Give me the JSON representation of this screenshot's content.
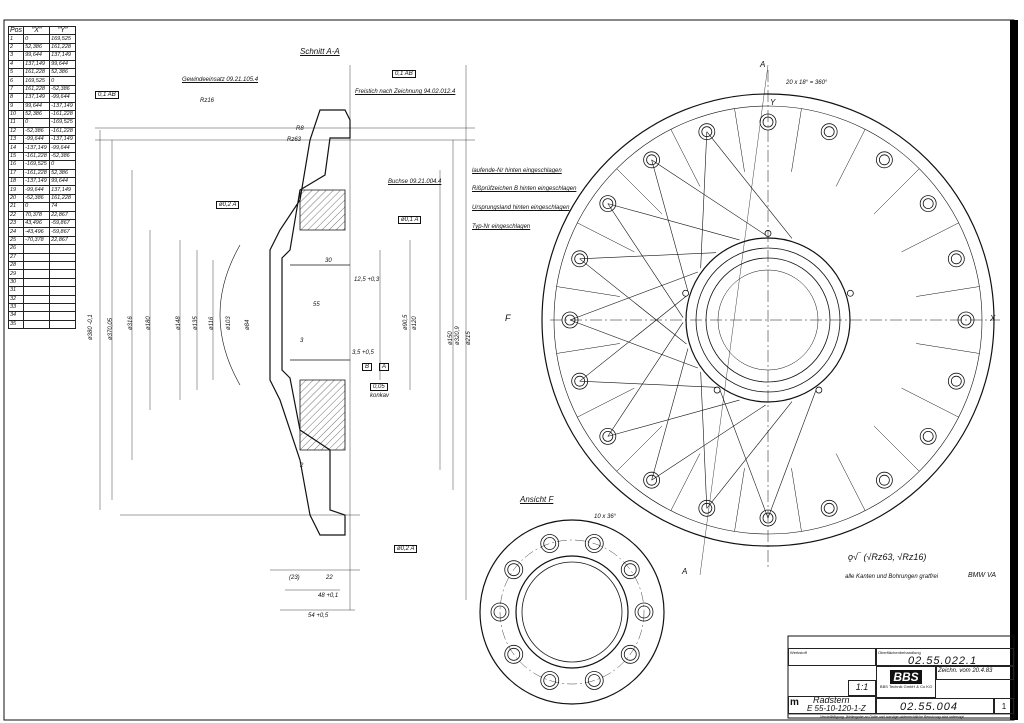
{
  "table": {
    "headers": [
      "Pos",
      "\"X\"",
      "\"Y\""
    ],
    "rows": [
      [
        "1",
        "0",
        "169,525"
      ],
      [
        "2",
        "52,386",
        "161,228"
      ],
      [
        "3",
        "99,644",
        "137,149"
      ],
      [
        "4",
        "137,149",
        "99,644"
      ],
      [
        "5",
        "161,228",
        "52,386"
      ],
      [
        "6",
        "169,525",
        "0"
      ],
      [
        "7",
        "161,228",
        "-52,386"
      ],
      [
        "8",
        "137,149",
        "-99,644"
      ],
      [
        "9",
        "99,644",
        "-137,149"
      ],
      [
        "10",
        "52,386",
        "-161,228"
      ],
      [
        "11",
        "0",
        "-169,525"
      ],
      [
        "12",
        "-52,386",
        "-161,228"
      ],
      [
        "13",
        "-99,644",
        "-137,149"
      ],
      [
        "14",
        "-137,149",
        "-99,644"
      ],
      [
        "15",
        "-161,228",
        "-52,386"
      ],
      [
        "16",
        "-169,525",
        "0"
      ],
      [
        "17",
        "-161,228",
        "52,386"
      ],
      [
        "18",
        "-137,149",
        "99,644"
      ],
      [
        "19",
        "-99,644",
        "137,149"
      ],
      [
        "20",
        "-52,386",
        "161,228"
      ],
      [
        "21",
        "0",
        "74"
      ],
      [
        "22",
        "70,378",
        "22,867"
      ],
      [
        "23",
        "43,496",
        "-59,867"
      ],
      [
        "24",
        "-43,496",
        "-59,867"
      ],
      [
        "25",
        "-70,378",
        "22,867"
      ],
      [
        "26",
        "",
        ""
      ],
      [
        "27",
        "",
        ""
      ],
      [
        "28",
        "",
        ""
      ],
      [
        "29",
        "",
        ""
      ],
      [
        "30",
        "",
        ""
      ],
      [
        "31",
        "",
        ""
      ],
      [
        "32",
        "",
        ""
      ],
      [
        "33",
        "",
        ""
      ],
      [
        "34",
        "",
        ""
      ],
      [
        "35",
        "",
        ""
      ]
    ]
  },
  "section": {
    "title": "Schnitt A-A",
    "gewinde": "Gewindeeinsatz 09.21.105.4",
    "freistich": "Freistich nach Zeichnung 94.02.012.4",
    "buchse": "Buchse 09.21.004.4",
    "tol_top": "0,1 AB",
    "tol_left": "0,1 AB",
    "tol_pos1": "ø0,2 A",
    "tol_pos2": "ø0,1 A",
    "tol_pos3": "ø0,2 A",
    "flat": "0,05",
    "konkav": "konkav",
    "datum_a": "A",
    "datum_b": "B",
    "rz16": "Rz16",
    "rz63": "Rz63",
    "r8": "R8",
    "dims_v": [
      "ø380 -0,1",
      "ø370,05",
      "ø316",
      "ø180",
      "ø148",
      "ø135",
      "ø116",
      "ø103",
      "ø84",
      "ø150",
      "ø120",
      "ø90,5",
      "ø215",
      "ø320,9"
    ],
    "dims_h": [
      "55",
      "30",
      "12,5 +0,3",
      "3,5 +0,5",
      "48 +0,1",
      "54 +0,5",
      "(23)",
      "22",
      "2",
      "3"
    ],
    "arrow_f": "F"
  },
  "front": {
    "label_a_top": "A",
    "label_a_bottom": "A",
    "axis_x": "X",
    "axis_y": "Y",
    "angle": "20 x 18° = 360°",
    "notes": [
      "laufende-Nr hinten eingeschlagen",
      "Rißprüfzeichen B hinten eingeschlagen",
      "Ursprungsland hinten eingeschlagen",
      "Typ-Nr eingeschlagen"
    ]
  },
  "view_f": {
    "title": "Ansicht F",
    "angle": "10 x 36°"
  },
  "finish": {
    "text": "alle Kanten und Bohrungen gratfrei",
    "brand": "BMW VA",
    "rz63": "Rz63",
    "rz16": "Rz16"
  },
  "title_block": {
    "werkstoff": "Werkstoff",
    "oberflaeche": "Oberflächenbehandlung",
    "surface_no": "02.55.022.1",
    "logo": "BBS",
    "company": "BBS Technik GmbH & Co KG",
    "drawing_ref": "Zeichn. vom 20.4.83",
    "scale": "1:1",
    "name": "Radstern",
    "part_no": "E 55-10-120-1-Z",
    "drawing_no": "02.55.004",
    "sheet": "1",
    "footer": "Vervielfältigung, Weitergabe an Dritte und sonstige widerrechtliche Benutzung sind untersagt"
  }
}
